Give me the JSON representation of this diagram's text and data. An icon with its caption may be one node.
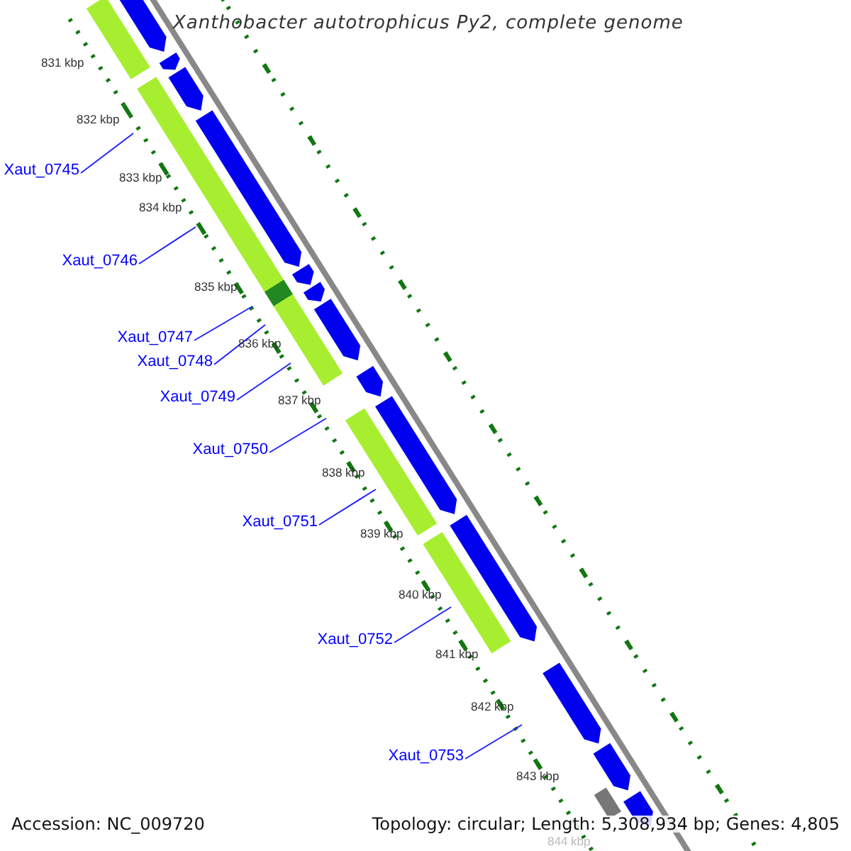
{
  "diagram": {
    "title": "Xanthobacter autotrophicus Py2, complete genome",
    "nodes": [
      {
        "text": [
          "Xaut_0745"
        ]
      },
      {
        "text": [
          "Xaut_0746"
        ]
      },
      {
        "text": [
          "Xaut_0747"
        ]
      },
      {
        "text": [
          "Xaut_0748"
        ]
      },
      {
        "text": [
          "Xaut_0749"
        ]
      },
      {
        "text": [
          "Xaut_0750"
        ]
      },
      {
        "text": [
          "Xaut_0751"
        ]
      },
      {
        "text": [
          "Xaut_0752"
        ]
      },
      {
        "text": [
          "Xaut_0753"
        ]
      }
    ],
    "edges": [
      {
        "from": 0,
        "to": null,
        "arrow": "none"
      },
      {
        "from": 1,
        "to": null,
        "arrow": "none"
      },
      {
        "from": 2,
        "to": null,
        "arrow": "none"
      },
      {
        "from": 3,
        "to": null,
        "arrow": "none"
      },
      {
        "from": 4,
        "to": null,
        "arrow": "none"
      },
      {
        "from": 5,
        "to": null,
        "arrow": "none"
      },
      {
        "from": 6,
        "to": null,
        "arrow": "none"
      },
      {
        "from": 7,
        "to": null,
        "arrow": "none"
      },
      {
        "from": 8,
        "to": null,
        "arrow": "none"
      }
    ],
    "labels": [
      "831 kbp",
      "832 kbp",
      "833 kbp",
      "834 kbp",
      "835 kbp",
      "836 kbp",
      "837 kbp",
      "838 kbp",
      "839 kbp",
      "840 kbp",
      "841 kbp",
      "842 kbp",
      "843 kbp",
      "844 kbp",
      "Accession: NC_009720",
      "Topology: circular; Length: 5,308,934 bp; Genes: 4,805"
    ]
  }
}
